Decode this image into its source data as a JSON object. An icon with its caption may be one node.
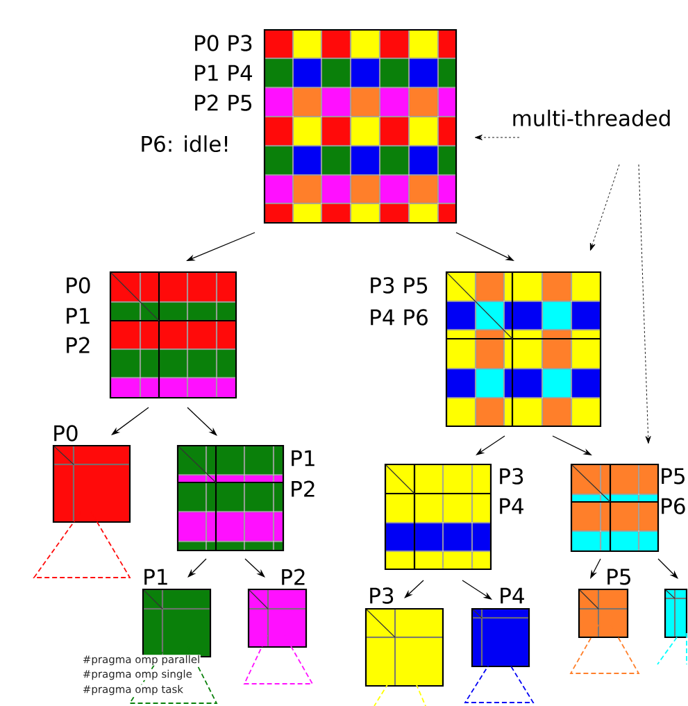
{
  "diagram": {
    "nodes": [
      {
        "text": [],
        "shape": "grid",
        "beside": [
          "P0 P3",
          "P1 P4",
          "P2 P5",
          "P6: idle!"
        ]
      },
      {
        "text": [],
        "shape": "grid",
        "beside": [
          "P0",
          "P1",
          "P2"
        ]
      },
      {
        "text": [],
        "shape": "grid",
        "beside": [
          "P3 P5",
          "P4 P6"
        ]
      },
      {
        "text": [],
        "shape": "grid",
        "beside": [
          "P0"
        ]
      },
      {
        "text": [],
        "shape": "grid",
        "beside": [
          "P1",
          "P2"
        ]
      },
      {
        "text": [],
        "shape": "grid",
        "beside": [
          "P1"
        ]
      },
      {
        "text": [],
        "shape": "grid",
        "beside": [
          "P2"
        ]
      },
      {
        "text": [],
        "shape": "grid",
        "beside": [
          "P3",
          "P4"
        ]
      },
      {
        "text": [],
        "shape": "grid",
        "beside": [
          "P5",
          "P6"
        ]
      },
      {
        "text": [],
        "shape": "grid",
        "beside": [
          "P3"
        ]
      },
      {
        "text": [],
        "shape": "grid",
        "beside": [
          "P4"
        ]
      },
      {
        "text": [],
        "shape": "grid",
        "beside": [
          "P5"
        ]
      },
      {
        "text": [],
        "shape": "grid"
      },
      {
        "text": [
          "multi-threaded"
        ]
      }
    ],
    "edges": [
      {
        "from": 0,
        "to": 1,
        "arrow": "to"
      },
      {
        "from": 0,
        "to": 2,
        "arrow": "to"
      },
      {
        "from": 1,
        "to": 3,
        "arrow": "to"
      },
      {
        "from": 1,
        "to": 4,
        "arrow": "to"
      },
      {
        "from": 4,
        "to": 5,
        "arrow": "to"
      },
      {
        "from": 4,
        "to": 6,
        "arrow": "to"
      },
      {
        "from": 2,
        "to": 7,
        "arrow": "to"
      },
      {
        "from": 2,
        "to": 8,
        "arrow": "to"
      },
      {
        "from": 7,
        "to": 9,
        "arrow": "to"
      },
      {
        "from": 7,
        "to": 10,
        "arrow": "to"
      },
      {
        "from": 8,
        "to": 11,
        "arrow": "to"
      },
      {
        "from": 8,
        "to": 12,
        "arrow": "to"
      },
      {
        "from": 13,
        "to": 0,
        "arrow": "to",
        "style": "dashed"
      },
      {
        "from": 13,
        "to": 2,
        "arrow": "to",
        "style": "dashed"
      },
      {
        "from": 13,
        "to": 8,
        "arrow": "to",
        "style": "dashed"
      }
    ],
    "labels": [
      "#pragma omp parallel",
      "#pragma omp single",
      "#pragma omp task"
    ]
  }
}
